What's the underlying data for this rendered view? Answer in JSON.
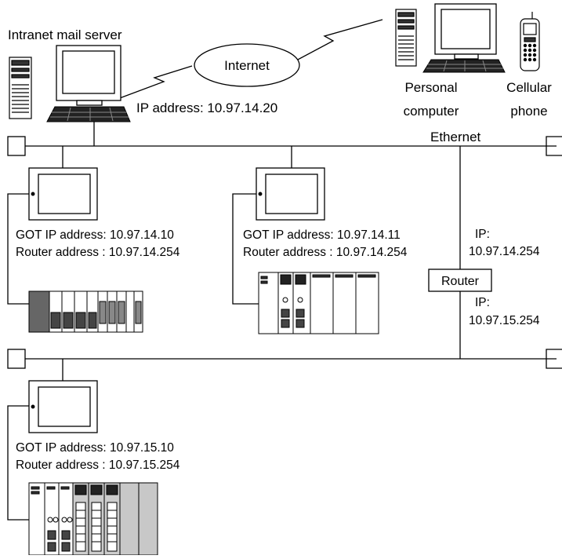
{
  "mail_server_label": "Intranet mail server",
  "internet_label": "Internet",
  "server_ip_label": "IP address: 10.97.14.20",
  "pc_label": [
    "Personal",
    "computer"
  ],
  "phone_label": [
    "Cellular",
    "phone"
  ],
  "ethernet_label": "Ethernet",
  "got1": {
    "ip": "GOT IP address: 10.97.14.10",
    "router": "Router address : 10.97.14.254"
  },
  "got2": {
    "ip": "GOT IP address: 10.97.14.11",
    "router": "Router address : 10.97.14.254"
  },
  "got3": {
    "ip": "GOT IP address: 10.97.15.10",
    "router": "Router address : 10.97.15.254"
  },
  "router_label": "Router",
  "router_ip_upper": [
    "IP:",
    "10.97.14.254"
  ],
  "router_ip_lower": [
    "IP:",
    "10.97.15.254"
  ]
}
